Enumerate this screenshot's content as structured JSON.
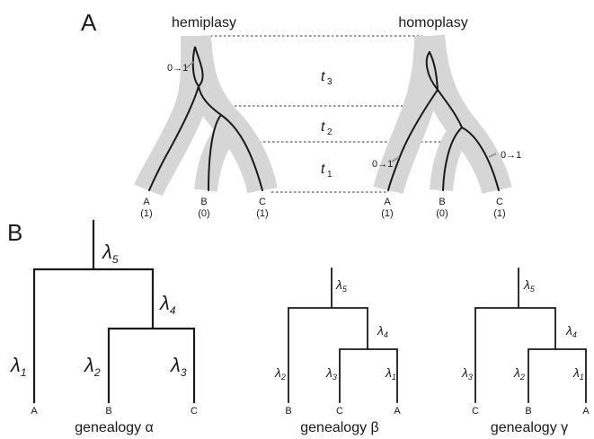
{
  "panel_a": {
    "label": "A",
    "left_title": "hemiplasy",
    "right_title": "homoplasy",
    "times": {
      "t3": {
        "base": "t",
        "sub": "3"
      },
      "t2": {
        "base": "t",
        "sub": "2"
      },
      "t1": {
        "base": "t",
        "sub": "1"
      }
    },
    "mutation_label": "0→1",
    "left_tips": [
      {
        "name": "A",
        "state": "(1)"
      },
      {
        "name": "B",
        "state": "(0)"
      },
      {
        "name": "C",
        "state": "(1)"
      }
    ],
    "right_tips": [
      {
        "name": "A",
        "state": "(1)"
      },
      {
        "name": "B",
        "state": "(0)"
      },
      {
        "name": "C",
        "state": "(1)"
      }
    ]
  },
  "panel_b": {
    "label": "B",
    "genealogies": [
      {
        "caption": "genealogy α",
        "tips": [
          "A",
          "B",
          "C"
        ],
        "lambdas": [
          {
            "base": "λ",
            "sub": "5"
          },
          {
            "base": "λ",
            "sub": "4"
          },
          {
            "base": "λ",
            "sub": "1"
          },
          {
            "base": "λ",
            "sub": "2"
          },
          {
            "base": "λ",
            "sub": "3"
          }
        ]
      },
      {
        "caption": "genealogy β",
        "tips": [
          "B",
          "C",
          "A"
        ],
        "lambdas": [
          {
            "base": "λ",
            "sub": "5"
          },
          {
            "base": "λ",
            "sub": "4"
          },
          {
            "base": "λ",
            "sub": "2"
          },
          {
            "base": "λ",
            "sub": "3"
          },
          {
            "base": "λ",
            "sub": "1"
          }
        ]
      },
      {
        "caption": "genealogy γ",
        "tips": [
          "C",
          "B",
          "A"
        ],
        "lambdas": [
          {
            "base": "λ",
            "sub": "5"
          },
          {
            "base": "λ",
            "sub": "4"
          },
          {
            "base": "λ",
            "sub": "3"
          },
          {
            "base": "λ",
            "sub": "2"
          },
          {
            "base": "λ",
            "sub": "1"
          }
        ]
      }
    ]
  }
}
